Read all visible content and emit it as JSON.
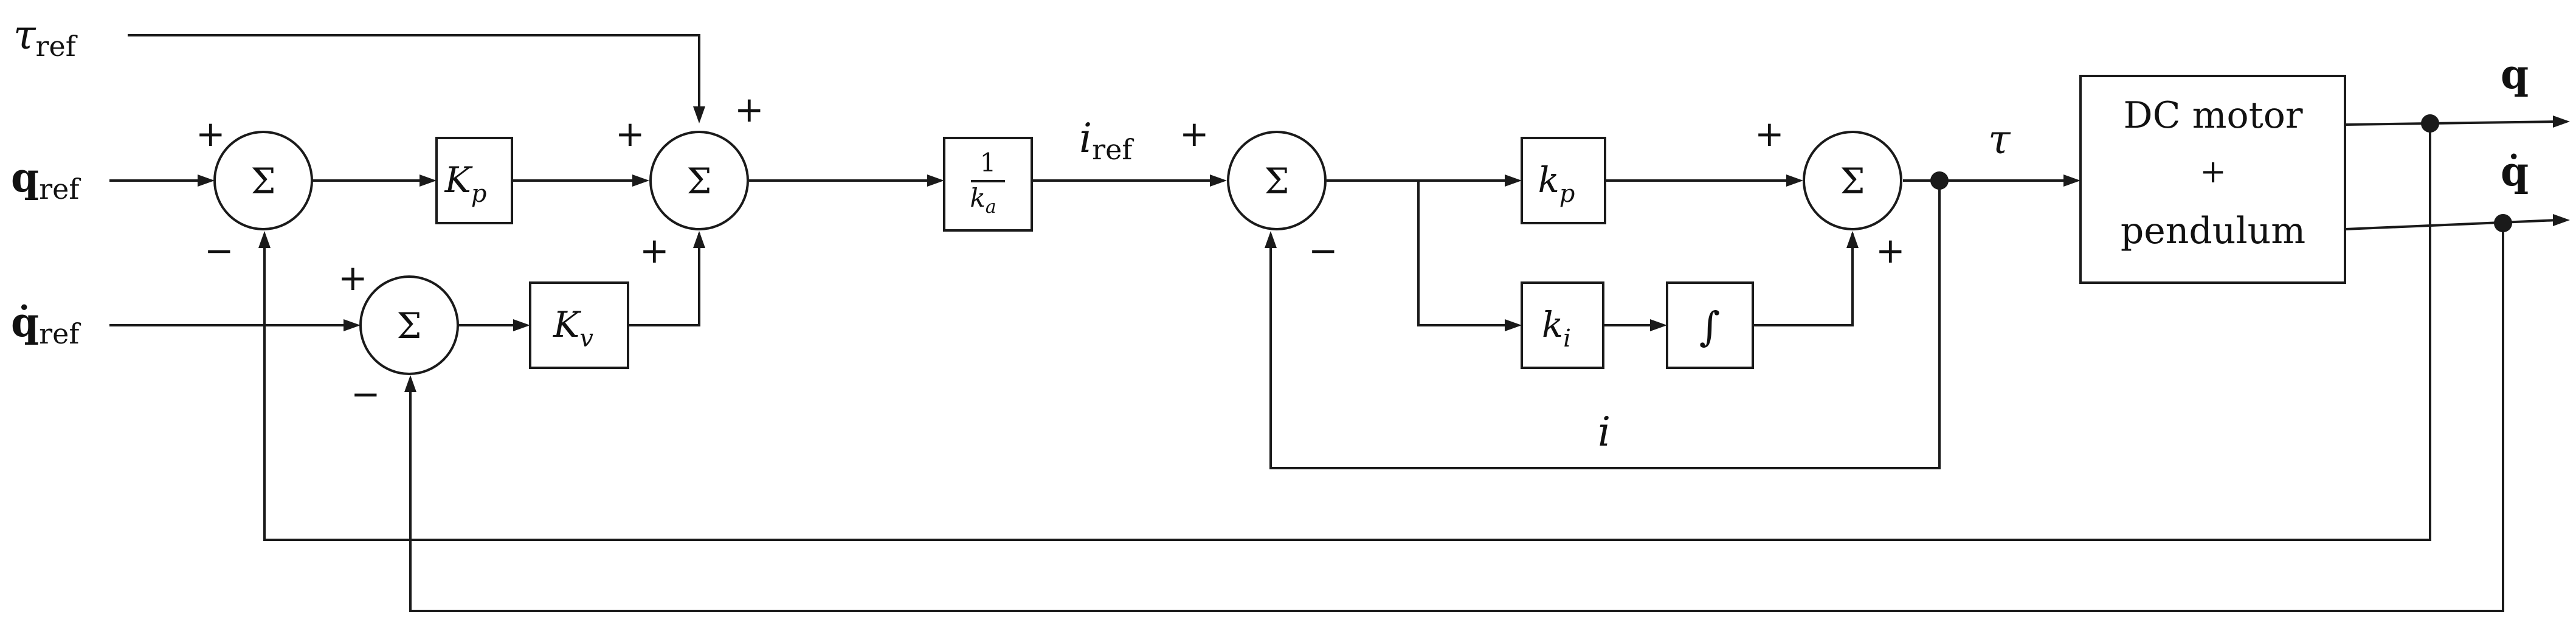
{
  "signals": {
    "tau_ref": {
      "main": "τ",
      "sub": "ref"
    },
    "q_ref": {
      "main": "q",
      "sub": "ref"
    },
    "qdot_ref": {
      "main": "q̇",
      "sub": "ref"
    },
    "i_ref": {
      "main": "i",
      "sub": "ref"
    },
    "tau": "τ",
    "i": "i",
    "q": "q",
    "qdot": "q̇"
  },
  "blocks": {
    "Kp": {
      "main": "K",
      "sub": "p"
    },
    "Kv": {
      "main": "K",
      "sub": "v"
    },
    "inv_ka": {
      "num": "1",
      "den_main": "k",
      "den_sub": "a"
    },
    "kp": {
      "main": "k",
      "sub": "p"
    },
    "ki": {
      "main": "k",
      "sub": "i"
    },
    "integrator": "∫",
    "plant": {
      "line1": "DC motor",
      "line2": "+",
      "line3": "pendulum"
    }
  },
  "summing_symbol": "Σ",
  "signs": {
    "s1_in": "+",
    "s1_fb": "−",
    "s2_in": "+",
    "s2_fb": "−",
    "s3_left": "+",
    "s3_top": "+",
    "s3_bottom": "+",
    "s4_in": "+",
    "s4_fb": "−",
    "s5_top": "+",
    "s5_bottom": "+"
  }
}
